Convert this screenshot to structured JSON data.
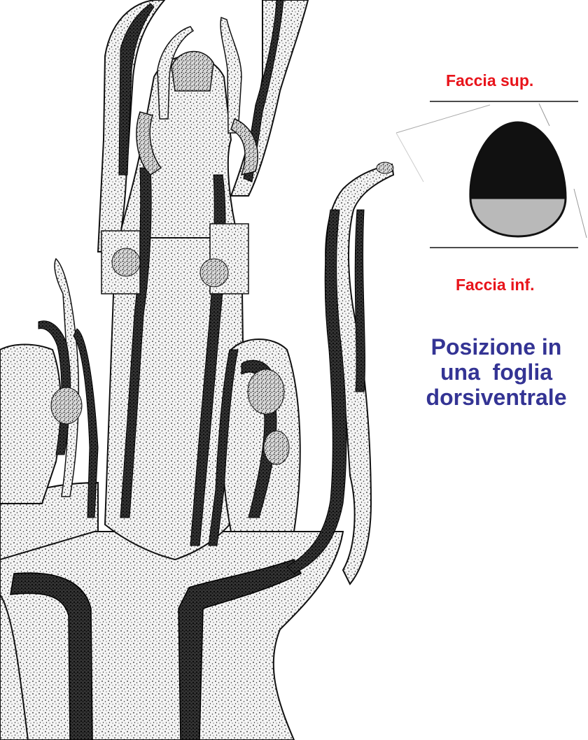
{
  "labels": {
    "top_face": "Faccia sup.",
    "bottom_face": "Faccia inf."
  },
  "caption": {
    "line1": "Posizione in",
    "line2": "una  foglia",
    "line3": "dorsiventrale"
  },
  "colors": {
    "label": "#e8141b",
    "caption": "#343494",
    "upper_face_fill": "#111111",
    "lower_face_fill": "#b9b9b9"
  }
}
